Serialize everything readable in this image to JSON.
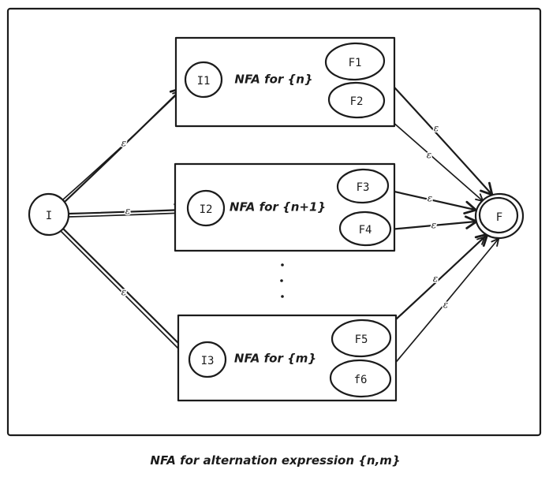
{
  "diagram": {
    "caption": "NFA for alternation expression {n,m}",
    "epsilon": "ε",
    "start_state": {
      "label": "I"
    },
    "final_state": {
      "label": "F"
    },
    "boxes": [
      {
        "label": "NFA for {n}",
        "initial": "I1",
        "finals": [
          "F1",
          "F2"
        ]
      },
      {
        "label": "NFA for {n+1}",
        "initial": "I2",
        "finals": [
          "F3",
          "F4"
        ]
      },
      {
        "label": "NFA for {m}",
        "initial": "I3",
        "finals": [
          "F5",
          "f6"
        ]
      }
    ]
  }
}
